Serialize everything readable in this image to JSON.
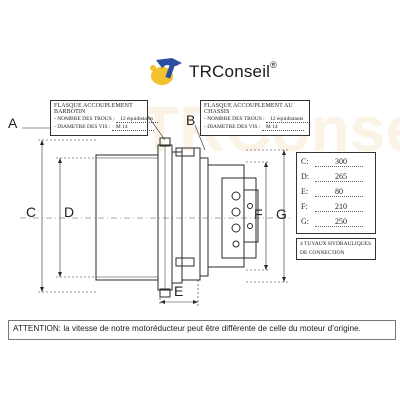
{
  "logo": {
    "brand": "TRConseil",
    "reg": "®"
  },
  "letters": {
    "A": "A",
    "B": "B",
    "C": "C",
    "D": "D",
    "E": "E",
    "F": "F",
    "G": "G"
  },
  "flange_barbotin": {
    "title": "FLASQUE ACCOUPLEMENT BARBOTIN",
    "holes_label": "- NOMBRE DES TROUS :",
    "holes_value": "12  équidistants",
    "screw_label": "- DIAMETRE DES VIS :",
    "screw_value": "M 14"
  },
  "flange_chassis": {
    "title": "FLASQUE ACCOUPLEMENT AU CHASSIS",
    "holes_label": "- NOMBRE DES TROUS :",
    "holes_value": "12  équidistants",
    "screw_label": "- DIAMETRE DES VIS :",
    "screw_value": "M 14"
  },
  "dimensions": [
    {
      "key": "C:",
      "value": "300"
    },
    {
      "key": "D:",
      "value": "265"
    },
    {
      "key": "E:",
      "value": "80"
    },
    {
      "key": "F:",
      "value": "210"
    },
    {
      "key": "G:",
      "value": "250"
    }
  ],
  "hydraulics": {
    "line1": "4 TUYAUX HYDRAULIQUES",
    "line2": "DE CONNECTION"
  },
  "notice": "ATTENTION: la vitesse de notre motoréducteur peut être différente de celle du moteur d’origine.",
  "colors": {
    "logo_yellow": "#f2c12e",
    "logo_blue": "#2b4fa0",
    "line": "#2a2a2a"
  }
}
